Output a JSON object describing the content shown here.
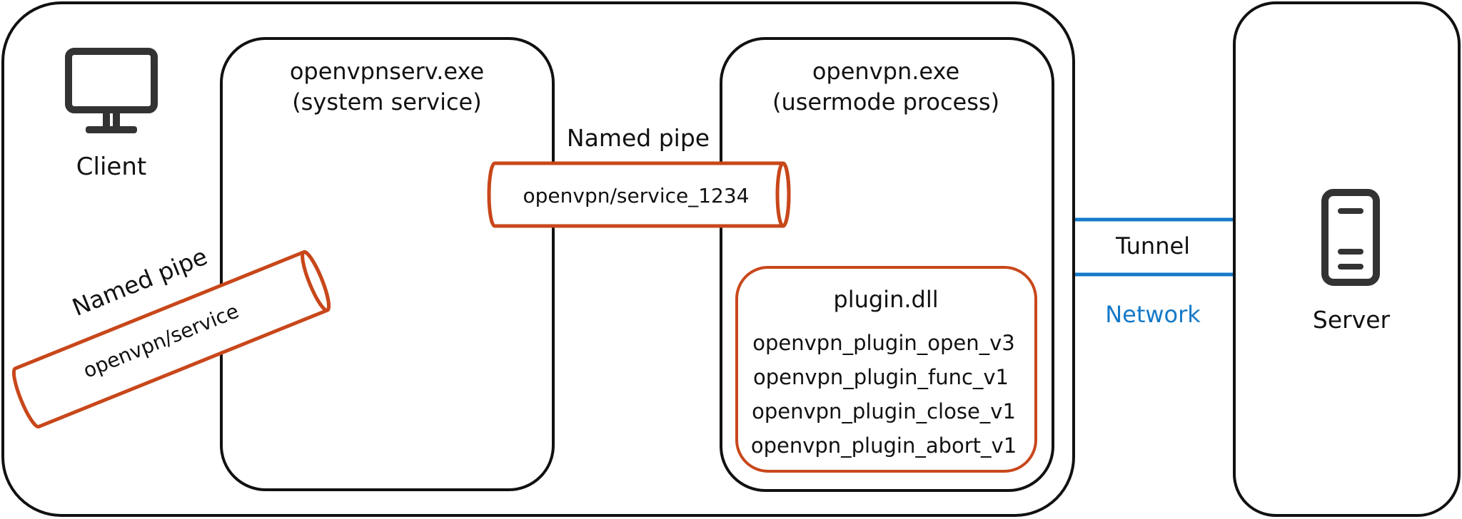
{
  "client": {
    "label": "Client",
    "icon": "monitor-icon",
    "openvpnserv": {
      "title_line1": "openvpnserv.exe",
      "title_line2": "(system service)"
    },
    "openvpn": {
      "title_line1": "openvpn.exe",
      "title_line2": "(usermode process)",
      "plugin": {
        "title": "plugin.dll",
        "functions": [
          "openvpn_plugin_open_v3",
          "openvpn_plugin_func_v1",
          "openvpn_plugin_close_v1",
          "openvpn_plugin_abort_v1"
        ]
      }
    },
    "service_pipe": {
      "label": "Named pipe",
      "name": "openvpn/service"
    },
    "instance_pipe": {
      "label": "Named pipe",
      "name": "openvpn/service_1234"
    }
  },
  "network": {
    "tunnel_label": "Tunnel",
    "network_label": "Network"
  },
  "server": {
    "label": "Server",
    "icon": "server-icon"
  },
  "colors": {
    "pipe": "#c8471a",
    "network": "#1479c8",
    "outline": "#111111"
  }
}
